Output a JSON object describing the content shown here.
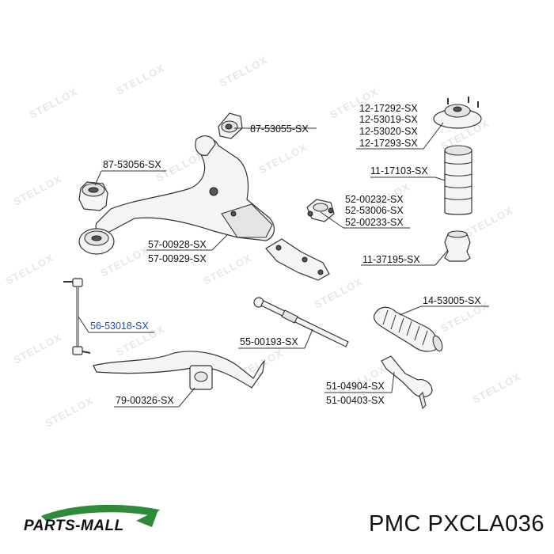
{
  "diagram": {
    "labels": [
      {
        "id": "87-53055",
        "text": "87-53055-SX"
      },
      {
        "id": "87-53056",
        "text": "87-53056-SX"
      },
      {
        "id": "57-00928",
        "text": "57-00928-SX"
      },
      {
        "id": "57-00929",
        "text": "57-00929-SX"
      },
      {
        "id": "56-53018",
        "text": "56-53018-SX"
      },
      {
        "id": "79-00326",
        "text": "79-00326-SX"
      },
      {
        "id": "55-00193",
        "text": "55-00193-SX"
      },
      {
        "id": "51-04904",
        "text": "51-04904-SX"
      },
      {
        "id": "51-00403",
        "text": "51-00403-SX"
      },
      {
        "id": "12-17292",
        "text": "12-17292-SX"
      },
      {
        "id": "12-53019",
        "text": "12-53019-SX"
      },
      {
        "id": "12-53020",
        "text": "12-53020-SX"
      },
      {
        "id": "12-17293",
        "text": "12-17293-SX"
      },
      {
        "id": "11-17103",
        "text": "11-17103-SX"
      },
      {
        "id": "52-00232",
        "text": "52-00232-SX"
      },
      {
        "id": "52-53006",
        "text": "52-53006-SX"
      },
      {
        "id": "52-00233",
        "text": "52-00233-SX"
      },
      {
        "id": "11-37195",
        "text": "11-37195-SX"
      },
      {
        "id": "14-53005",
        "text": "14-53005-SX"
      }
    ],
    "watermark": "STELLOX",
    "highlight_color": "#1a4fb0"
  },
  "footer": {
    "brand": "PARTS-MALL",
    "part_number": "PMC PXCLA036"
  }
}
